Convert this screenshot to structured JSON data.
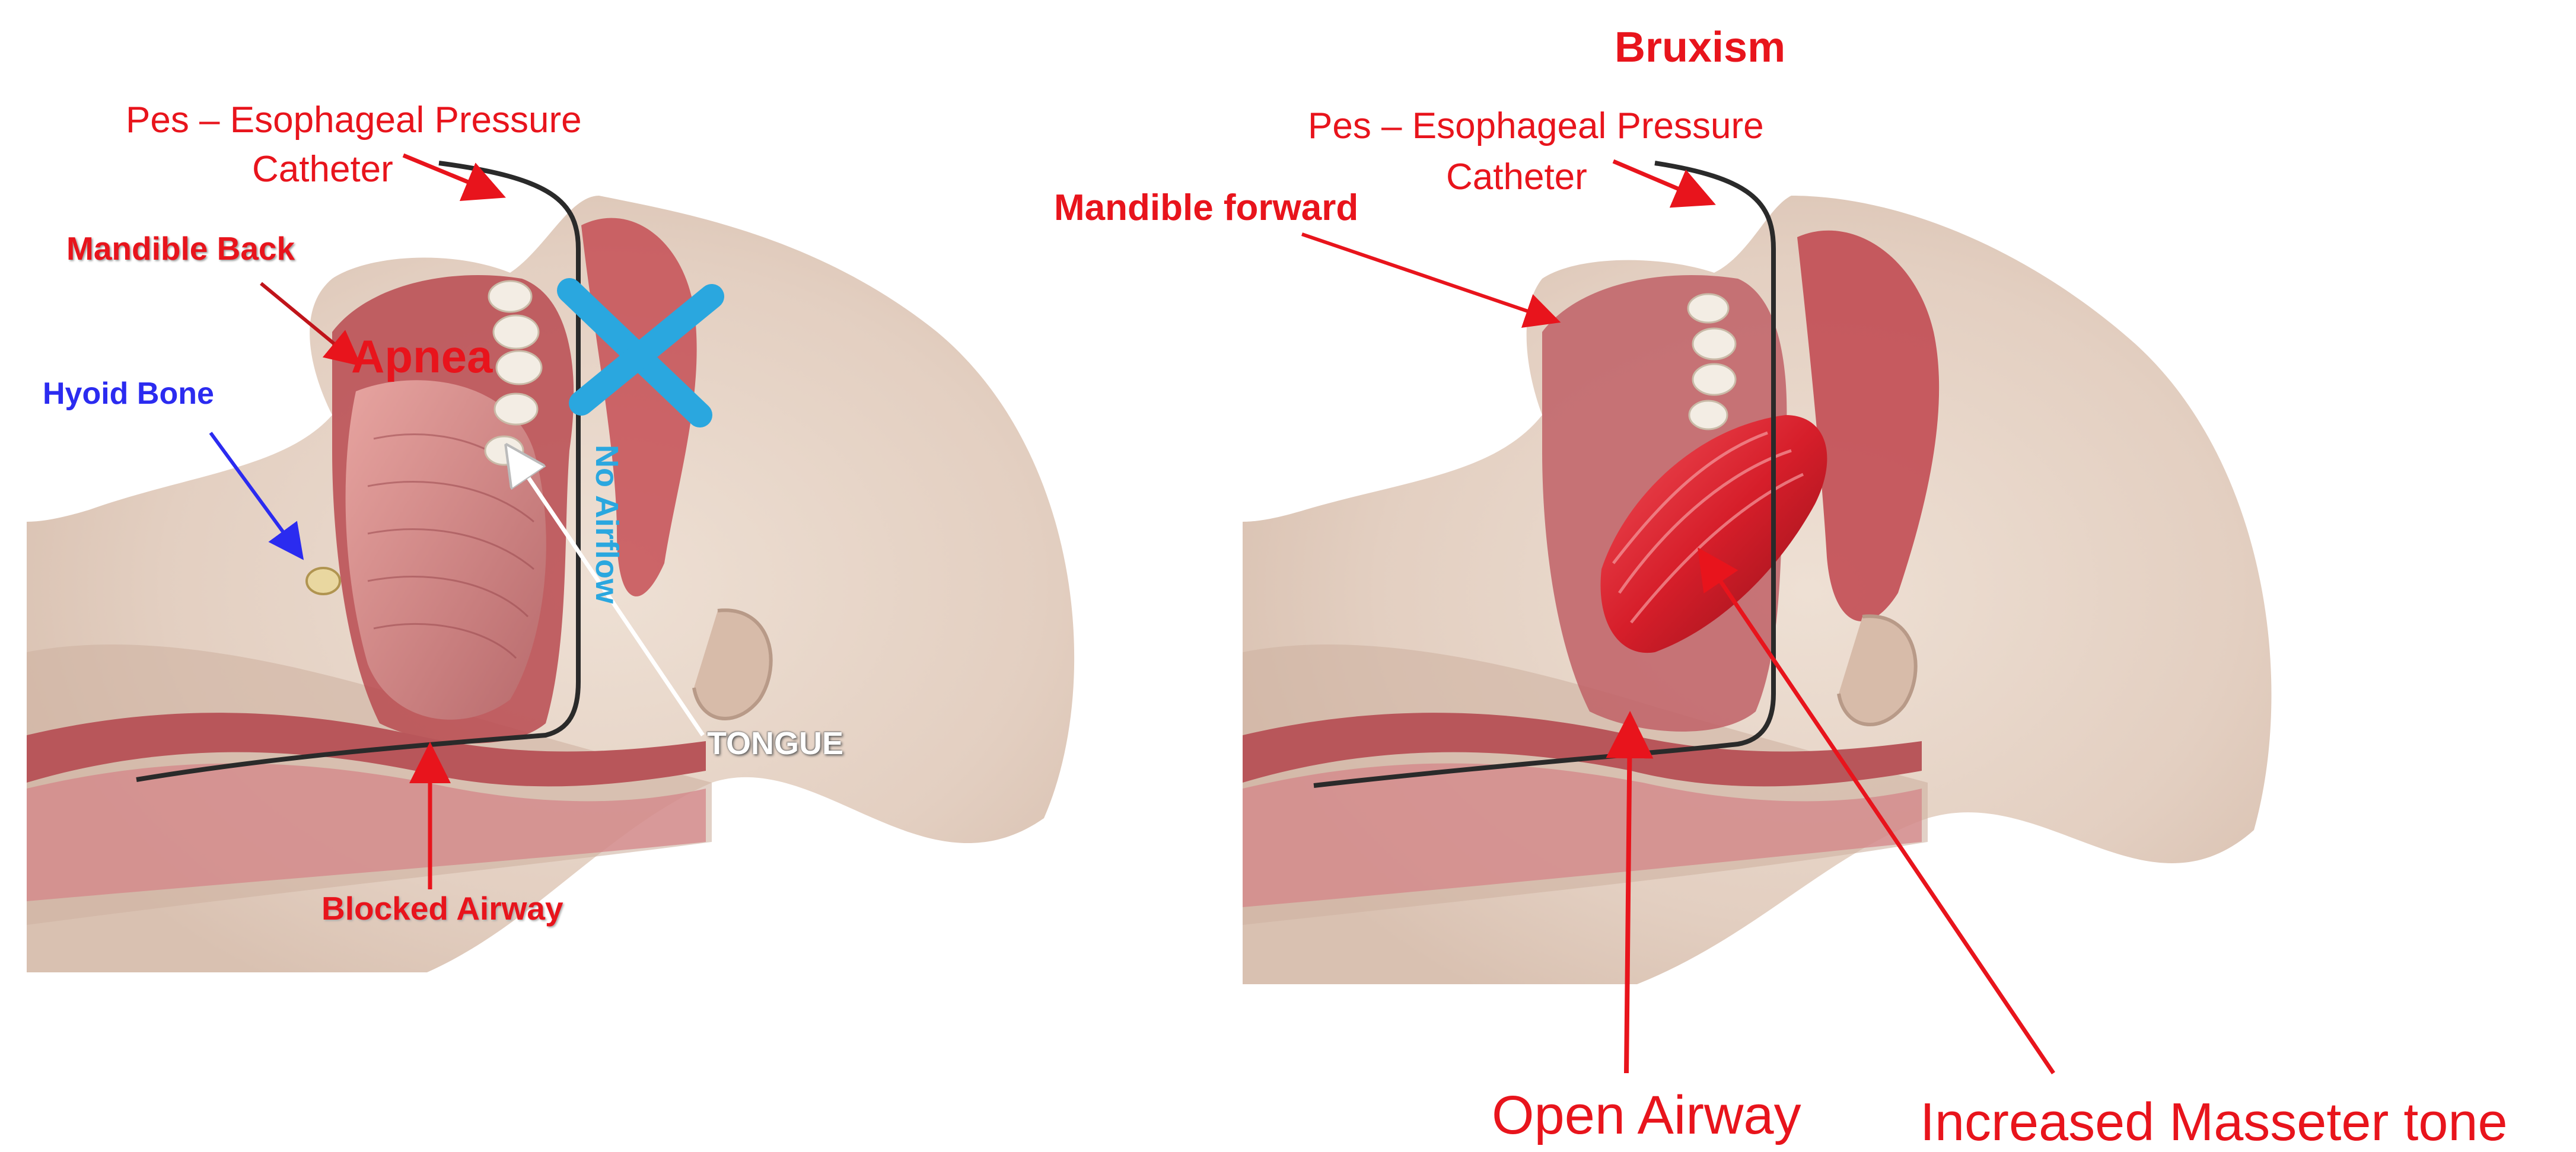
{
  "title": "Bruxism",
  "left_panel": {
    "pes_line1": "Pes –  Esophageal Pressure",
    "pes_line2": "Catheter",
    "mandible_back": "Mandible Back",
    "apnea": "Apnea",
    "hyoid_bone": "Hyoid Bone",
    "no_airflow": "No Airflow",
    "tongue": "TONGUE",
    "blocked_airway": "Blocked Airway"
  },
  "right_panel": {
    "pes_line1": "Pes –  Esophageal Pressure",
    "pes_line2": "Catheter",
    "mandible_forward": "Mandible forward",
    "open_airway": "Open Airway",
    "increased_masseter_tone": "Increased Masseter tone"
  },
  "colors": {
    "label_red": "#e8141c",
    "hyoid_blue": "#2b2bf0",
    "airflow_cyan": "#2aa7df",
    "skin": "#e8d6c8",
    "muscle": "#c8464a",
    "catheter": "#2a2a2a"
  }
}
